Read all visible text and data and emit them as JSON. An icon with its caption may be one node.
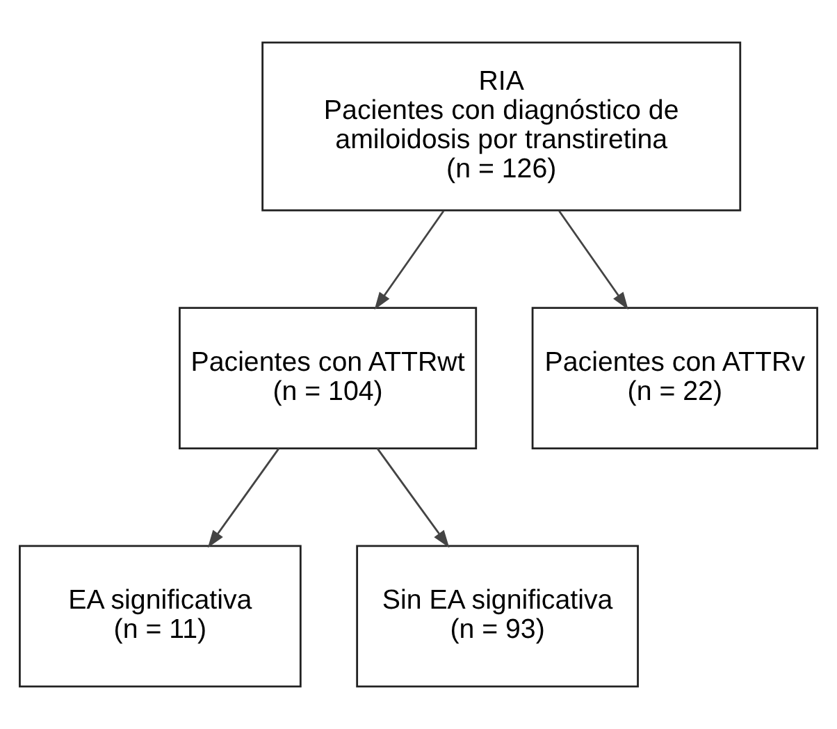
{
  "diagram": {
    "nodes": [
      {
        "text": [
          "RIA",
          "Pacientes con diagnóstico de amiloidosis por transtiretina",
          "(n = 126)"
        ]
      },
      {
        "text": [
          "Pacientes con ATTRwt",
          "(n = 104)"
        ]
      },
      {
        "text": [
          "Pacientes con ATTRv",
          "(n = 22)"
        ]
      },
      {
        "text": [
          "EA significativa",
          "(n = 11)"
        ]
      },
      {
        "text": [
          "Sin EA significativa",
          "(n = 93)"
        ]
      }
    ],
    "edges": [
      {
        "from": 0,
        "to": 1,
        "arrow": "to"
      },
      {
        "from": 0,
        "to": 2,
        "arrow": "to"
      },
      {
        "from": 1,
        "to": 3,
        "arrow": "to"
      },
      {
        "from": 1,
        "to": 4,
        "arrow": "to"
      }
    ]
  }
}
